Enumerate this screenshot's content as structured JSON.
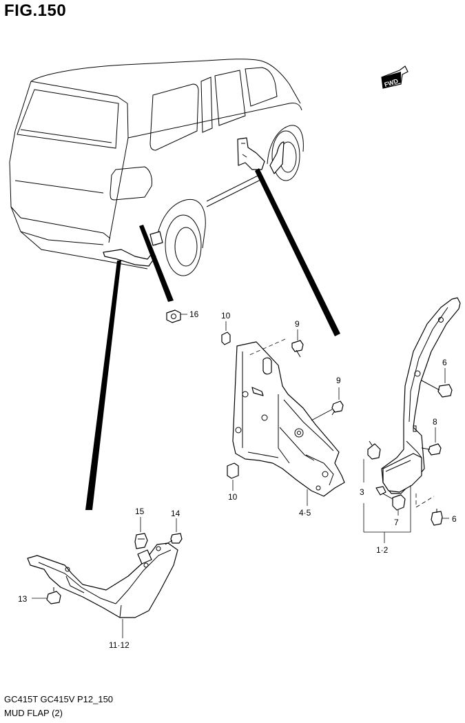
{
  "figure": {
    "title": "FIG.150",
    "code": "GC415T GC415V P12_150",
    "name": "MUD FLAP (2)"
  },
  "direction_badge": "FWD",
  "callouts": [
    {
      "id": "c16",
      "text": "16"
    },
    {
      "id": "c10a",
      "text": "10"
    },
    {
      "id": "c9a",
      "text": "9"
    },
    {
      "id": "c9b",
      "text": "9"
    },
    {
      "id": "c10b",
      "text": "10"
    },
    {
      "id": "c45",
      "text": "4·5"
    },
    {
      "id": "c6a",
      "text": "6"
    },
    {
      "id": "c8",
      "text": "8"
    },
    {
      "id": "c3",
      "text": "3"
    },
    {
      "id": "c7",
      "text": "7"
    },
    {
      "id": "c6b",
      "text": "6"
    },
    {
      "id": "c12",
      "text": "1·2"
    },
    {
      "id": "c15",
      "text": "15"
    },
    {
      "id": "c14",
      "text": "14"
    },
    {
      "id": "c13",
      "text": "13"
    },
    {
      "id": "c1112",
      "text": "11·12"
    }
  ]
}
